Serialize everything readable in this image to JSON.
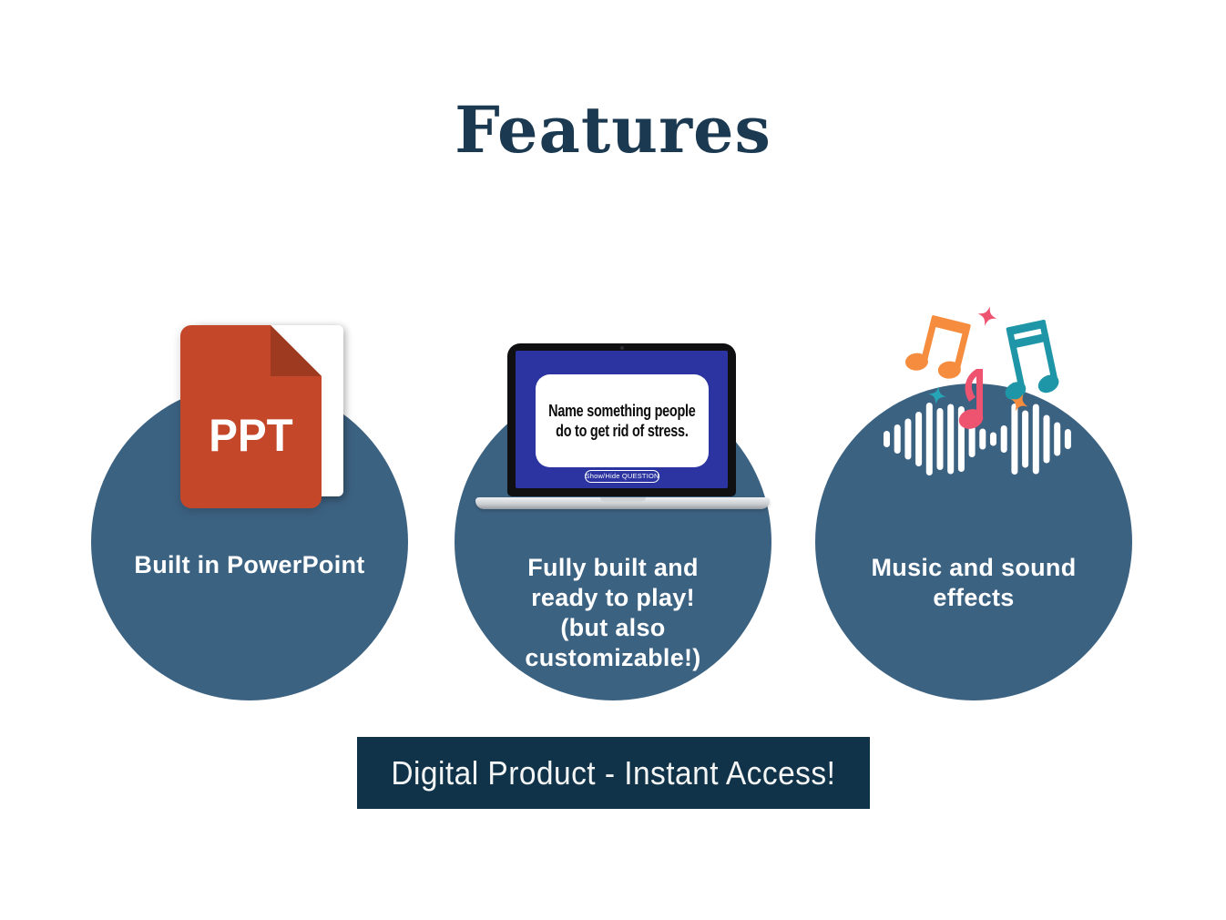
{
  "page": {
    "title": "Features",
    "background": "#ffffff"
  },
  "features": [
    {
      "id": "powerpoint",
      "icon": "ppt-file-icon",
      "icon_label": "PPT",
      "lines": [
        "Built in PowerPoint"
      ]
    },
    {
      "id": "ready-to-play",
      "icon": "laptop-icon",
      "lines": [
        "Fully built and",
        "ready to play!",
        "(but also",
        "customizable!)"
      ],
      "laptop_screen": {
        "question_lines": [
          "Name something people",
          "do to get rid of stress."
        ],
        "button_label": "Show/Hide QUESTION"
      }
    },
    {
      "id": "music-and-sound",
      "icon": "music-notes-icon",
      "lines": [
        "Music and sound",
        "effects"
      ],
      "sound_wave_bars": [
        18,
        32,
        45,
        60,
        80,
        68,
        77,
        72,
        40,
        23,
        15,
        30,
        78,
        63,
        77,
        53,
        37,
        22
      ]
    }
  ],
  "banner": {
    "label": "Digital Product - Instant Access!"
  },
  "colors": {
    "circle_blue": "#3c6282",
    "title_navy": "#1b3950",
    "banner_navy": "#11334a",
    "laptop_screen_blue": "#2b34a0",
    "ppt_orange": "#c5472a",
    "ppt_fold_dark": "#9e3a20",
    "note_orange": "#f68c3d",
    "note_teal": "#1e96a8",
    "note_pink": "#ee5470",
    "wave_white": "#ffffff"
  }
}
